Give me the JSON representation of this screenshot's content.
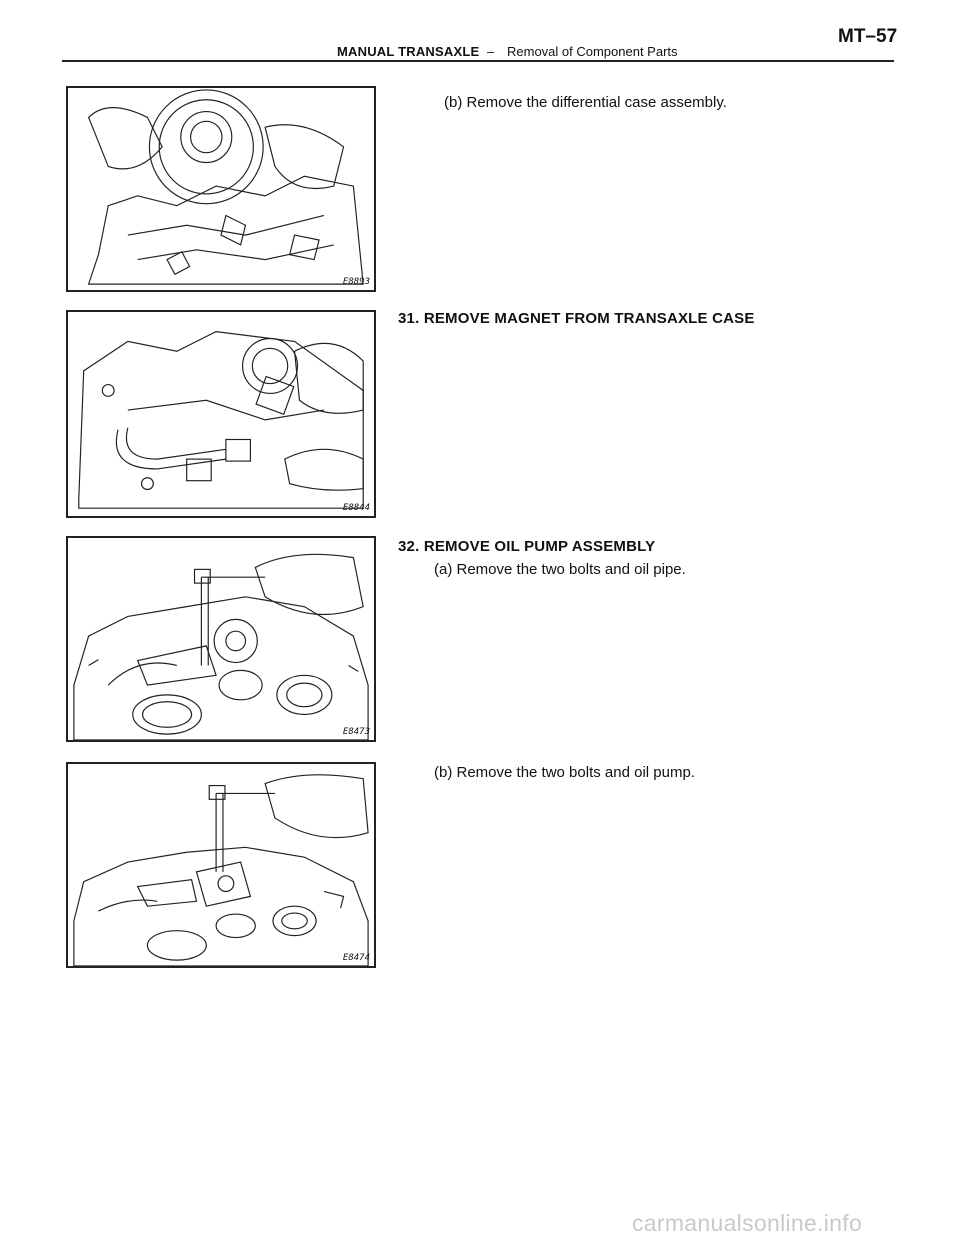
{
  "header": {
    "section": "MANUAL TRANSAXLE",
    "dash": "–",
    "topic": "Removal of Component Parts",
    "page": "MT–57"
  },
  "figures": [
    {
      "code": "E8893",
      "icon": "differential-case-illustration"
    },
    {
      "code": "E8844",
      "icon": "magnet-removal-illustration"
    },
    {
      "code": "E8473",
      "icon": "oil-pipe-bolts-illustration"
    },
    {
      "code": "E8474",
      "icon": "oil-pump-bolts-illustration"
    }
  ],
  "steps": {
    "s30b": "(b) Remove the differential case assembly.",
    "s31": "31. REMOVE MAGNET FROM TRANSAXLE CASE",
    "s32": "32. REMOVE OIL PUMP ASSEMBLY",
    "s32a": "(a) Remove the two bolts and oil pipe.",
    "s32b": "(b) Remove the two bolts and oil pump."
  },
  "watermark": "carmanualsonline.info"
}
